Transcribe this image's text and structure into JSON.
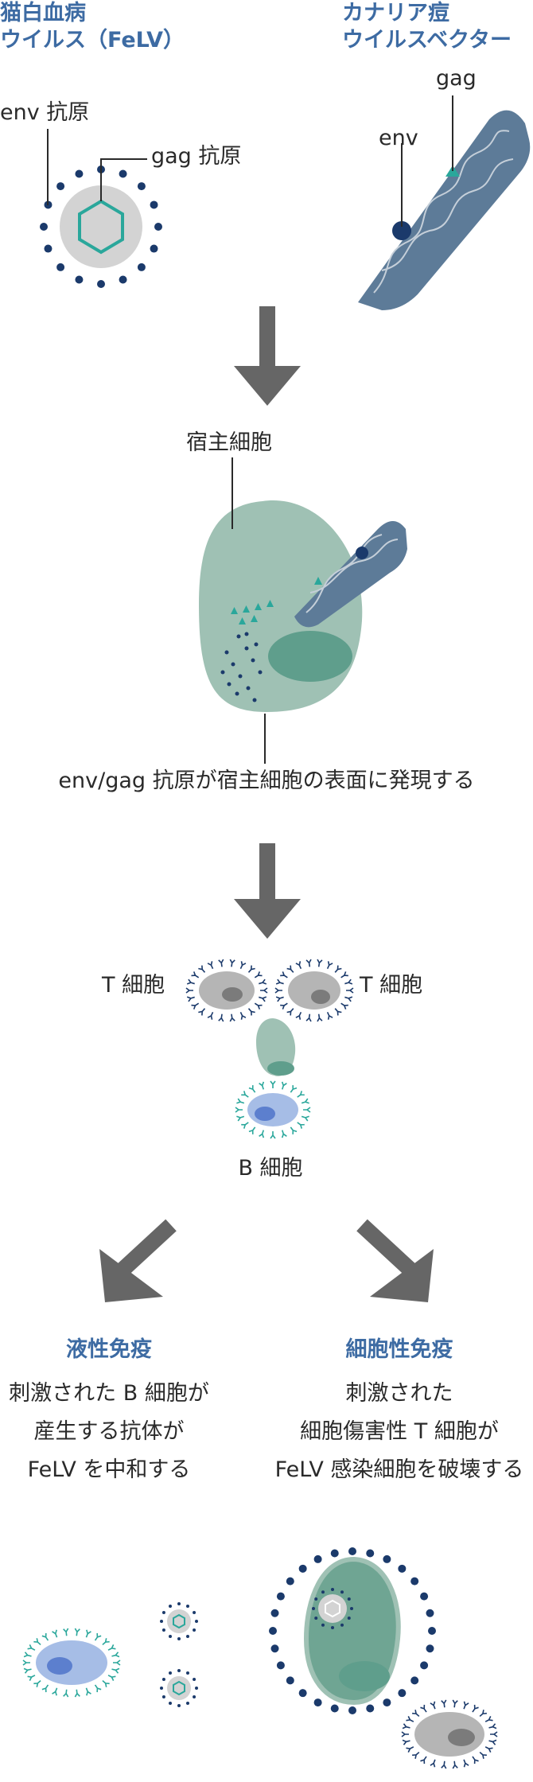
{
  "felv_label": [
    "猫白血病",
    "ウイルス（FeLV）"
  ],
  "canarypox_label": [
    "カナリア痘",
    "ウイルスベクター"
  ],
  "env_antigen": "env 抗原",
  "gag_antigen": "gag 抗原",
  "gag": "gag",
  "env": "env",
  "host_cell": "宿主細胞",
  "expression_caption": "env/gag 抗原が宿主細胞の表面に発現する",
  "t_cell_left": "T 細胞",
  "t_cell_right": "T 細胞",
  "b_cell": "B 細胞",
  "humoral_title": "液性免疫",
  "humoral_text": [
    "刺激された B 細胞が",
    "産生する抗体が",
    "FeLV を中和する"
  ],
  "cellular_title": "細胞性免疫",
  "cellular_text": [
    "刺激された",
    "細胞傷害性 T 細胞が",
    "FeLV 感染細胞を破壊する"
  ],
  "colors": {
    "title_blue": "#3d6ba3",
    "navy_dot": "#1b3a6b",
    "teal": "#2aa79b",
    "host_green": "#9fc1b4",
    "nucleus_green": "#5f9e8c",
    "vector_blue": "#5d7b98",
    "arrow_gray": "#666666",
    "cell_gray": "#b5b5b5",
    "b_cell_blue": "#a6bde6"
  }
}
